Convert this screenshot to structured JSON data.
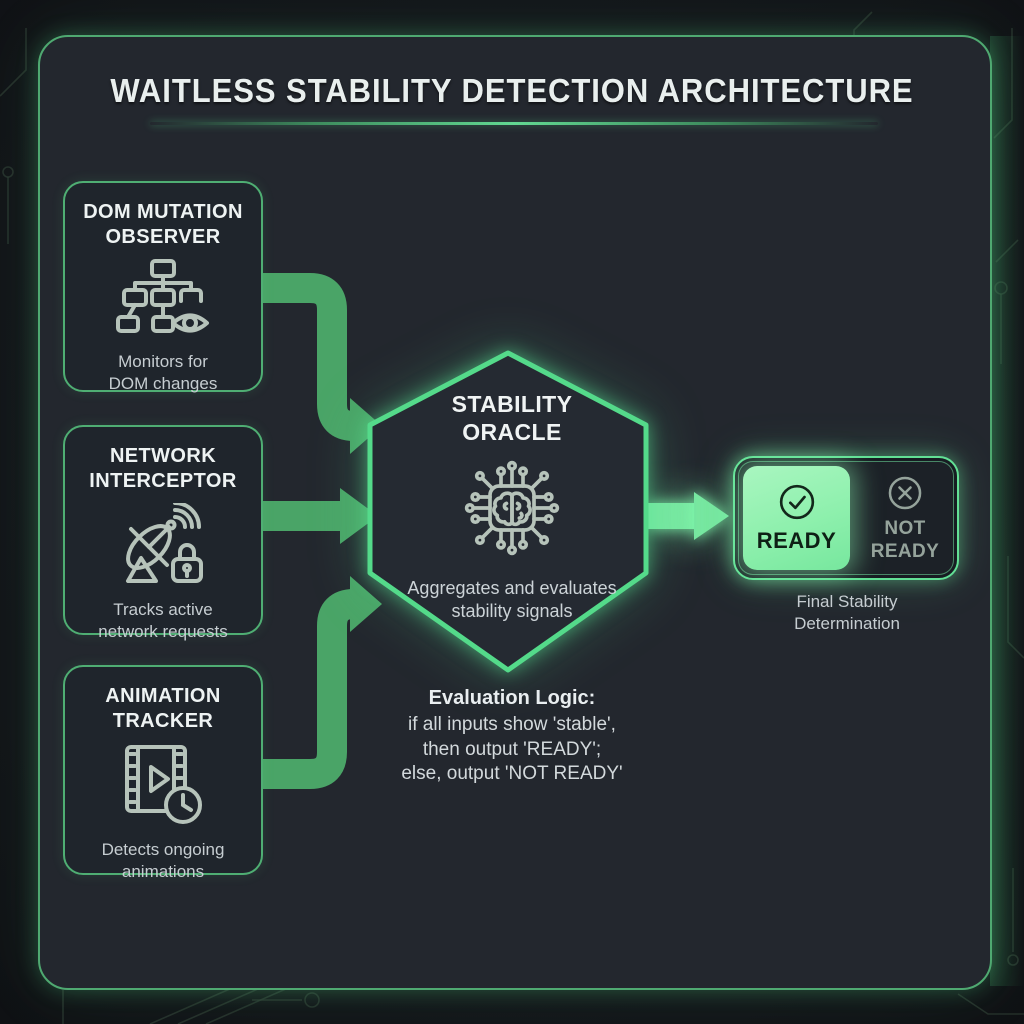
{
  "title": "WAITLESS STABILITY DETECTION ARCHITECTURE",
  "inputs": [
    {
      "id": "dom-mutation-observer",
      "title": "DOM MUTATION\nOBSERVER",
      "icon": "dom-tree-eye-icon",
      "caption": "Monitors for\nDOM changes"
    },
    {
      "id": "network-interceptor",
      "title": "NETWORK\nINTERCEPTOR",
      "icon": "satellite-dish-lock-icon",
      "caption": "Tracks active\nnetwork requests"
    },
    {
      "id": "animation-tracker",
      "title": "ANIMATION\nTRACKER",
      "icon": "film-strip-clock-icon",
      "caption": "Detects ongoing\nanimations"
    }
  ],
  "oracle": {
    "title": "STABILITY\nORACLE",
    "icon": "chip-brain-icon",
    "caption": "Aggregates and evaluates\nstability signals"
  },
  "evaluation": {
    "heading": "Evaluation Logic:",
    "lines": "if all inputs show 'stable',\nthen output 'READY';\nelse, output 'NOT READY'"
  },
  "output": {
    "ready_label": "READY",
    "ready_icon": "check-circle-icon",
    "not_ready_label": "NOT\nREADY",
    "not_ready_icon": "x-circle-icon",
    "caption": "Final Stability\nDetermination"
  },
  "colors": {
    "background": "#14171b",
    "panel": "#23272e",
    "panel_border": "#4fa971",
    "box_border": "#4fae73",
    "arrow": "#4aa467",
    "accent_glow": "#57d98b",
    "ready_fill": "#8ef0ad",
    "ready_text": "#0e2015",
    "not_ready_text": "#95a39b",
    "title_text": "#e9efee",
    "caption_text": "#c6cdd1",
    "icon_stroke": "#b6c3ba"
  }
}
